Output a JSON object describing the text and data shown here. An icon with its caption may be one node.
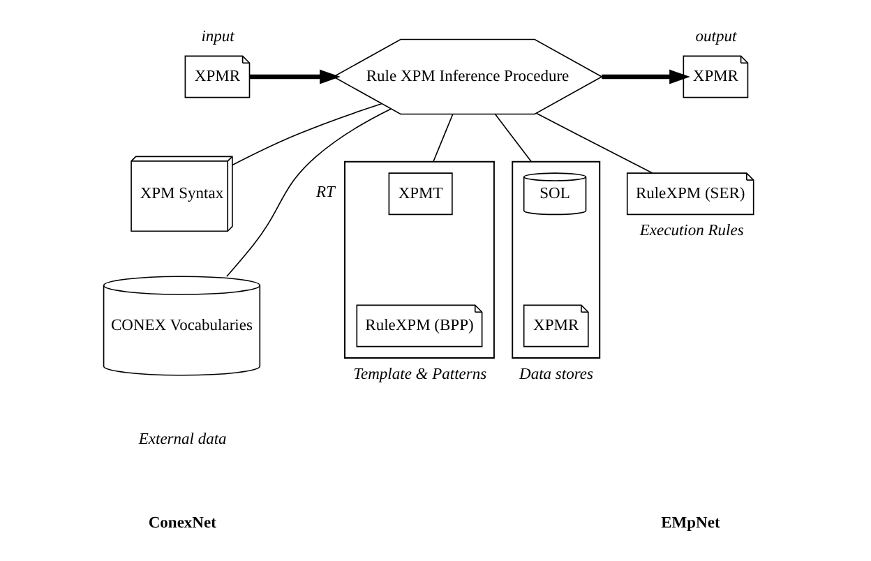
{
  "diagram": {
    "nodes": [
      {
        "text": [
          "XPMR"
        ],
        "beside": [
          "input"
        ]
      },
      {
        "text": [
          "XPM Syntax"
        ]
      },
      {
        "text": [
          "CONEX Vocabularies"
        ]
      },
      {
        "text": [
          "Rule XPM Inference Procedure"
        ]
      },
      {
        "text": [
          "XPMR"
        ],
        "beside": [
          "output"
        ]
      },
      {
        "text": [],
        "shape": "box",
        "beside": [
          "Template & Patterns"
        ]
      },
      {
        "text": [
          "XPMT"
        ],
        "in": 5
      },
      {
        "text": [
          "RuleXPM (BPP)"
        ],
        "in": 5
      },
      {
        "text": [
          "RuleXPM (SER)"
        ],
        "beside": [
          "Execution Rules"
        ]
      },
      {
        "text": [],
        "shape": "box",
        "beside": [
          "Data stores"
        ]
      },
      {
        "text": [
          "SOL"
        ],
        "in": 9
      },
      {
        "text": [
          "XPMR"
        ],
        "in": 9
      }
    ],
    "edges": [
      {
        "from": 0,
        "to": 3,
        "arrow": "to",
        "style": "thick"
      },
      {
        "from": 1,
        "to": 3,
        "arrow": "none"
      },
      {
        "from": 2,
        "to": 3,
        "arrow": "none",
        "label": "RT"
      },
      {
        "from": 3,
        "to": 4,
        "arrow": "to",
        "style": "thick"
      },
      {
        "from": 3,
        "to": 5,
        "arrow": "none"
      },
      {
        "from": 3,
        "to": 8,
        "arrow": "none"
      },
      {
        "from": 3,
        "to": 9,
        "arrow": "none"
      }
    ],
    "labels": [
      "External data",
      "ConexNet",
      "EMpNet"
    ]
  }
}
